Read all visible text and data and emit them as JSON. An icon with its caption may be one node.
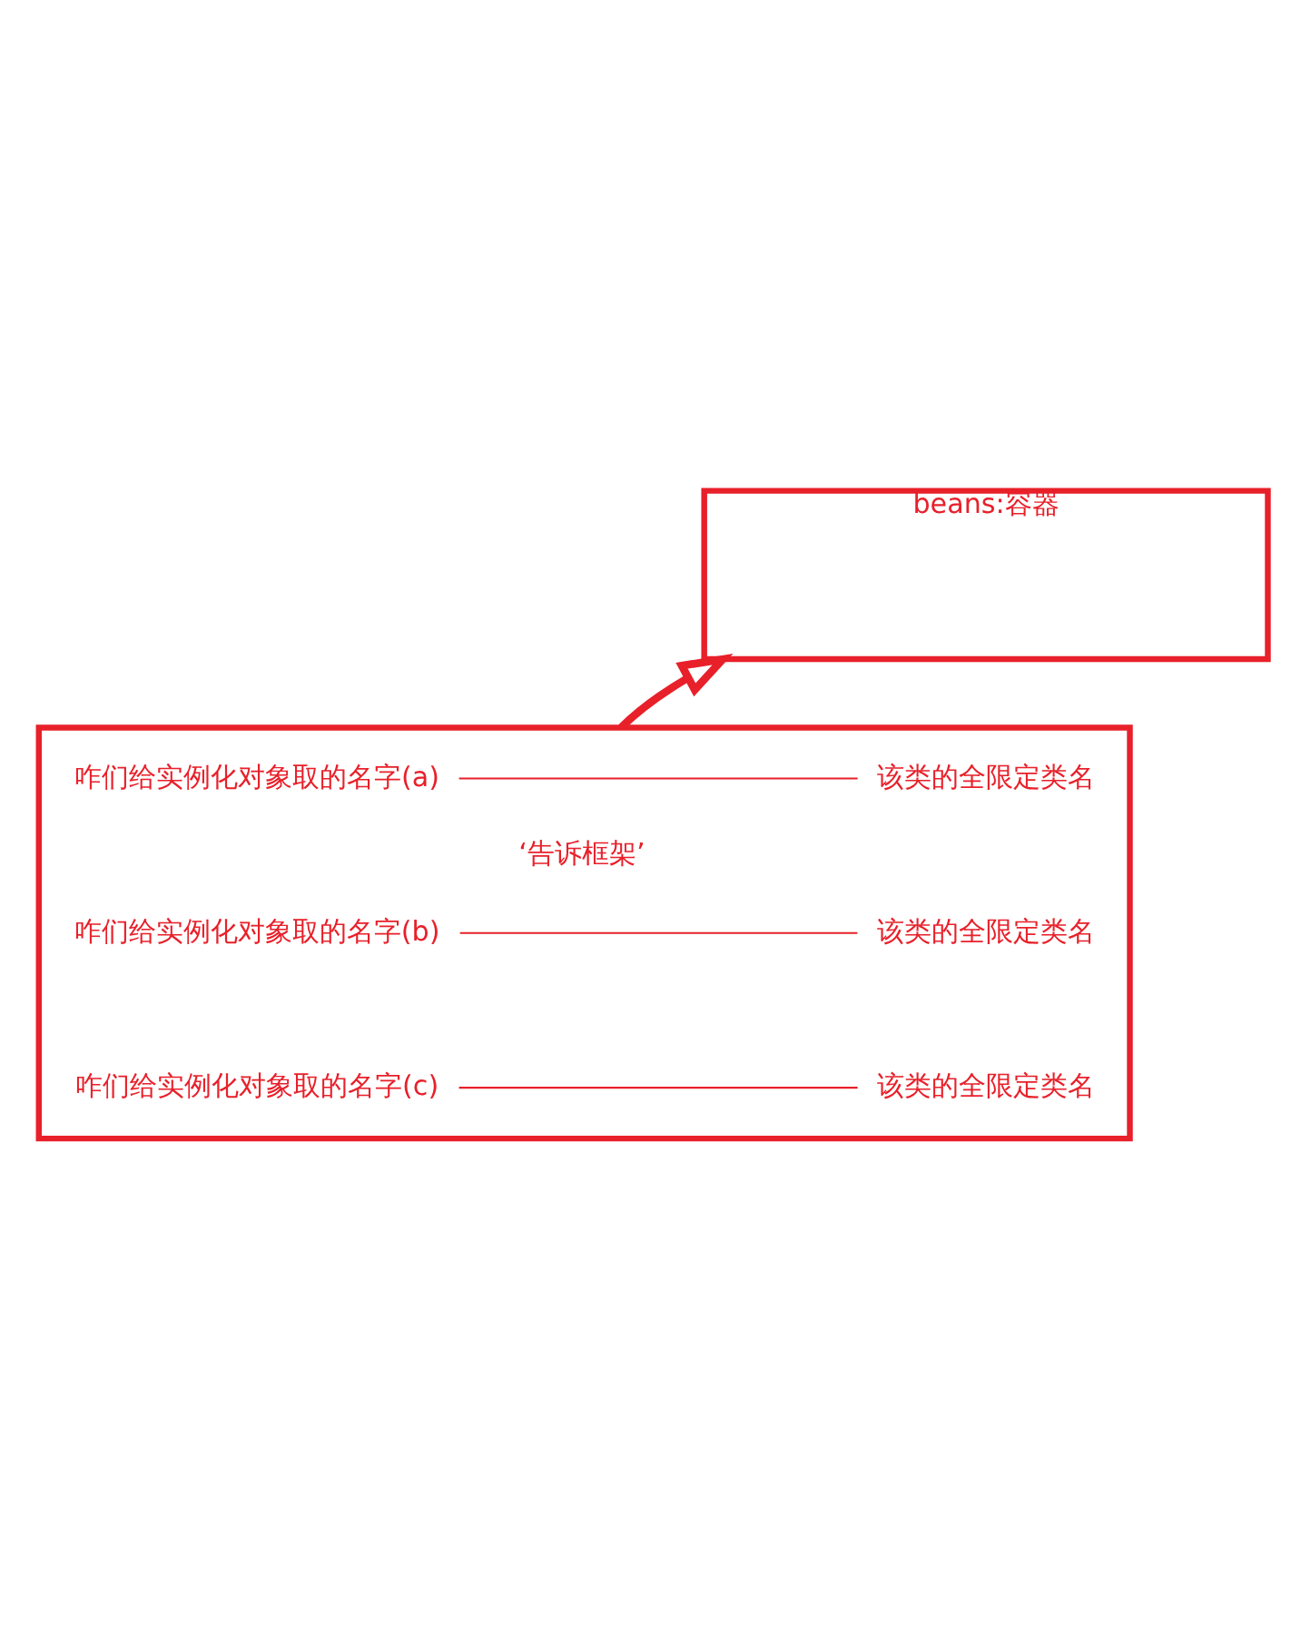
{
  "diagram": {
    "nodes": [
      {
        "text": [],
        "shape": "box"
      },
      {
        "text": [
          "咋们给实例化对象取的名字(a)"
        ],
        "in": 0
      },
      {
        "text": [
          "该类的全限定类名"
        ],
        "in": 0
      },
      {
        "text": [
          "咋们给实例化对象取的名字(b)"
        ],
        "in": 0
      },
      {
        "text": [
          "该类的全限定类名"
        ],
        "in": 0
      },
      {
        "text": [
          "咋们给实例化对象取的名字(c)"
        ],
        "in": 0
      },
      {
        "text": [
          "该类的全限定类名"
        ],
        "in": 0
      },
      {
        "text": [
          "beans:容器"
        ]
      }
    ],
    "edges": [
      {
        "from": 1,
        "to": 2,
        "arrow": "none"
      },
      {
        "from": 3,
        "to": 4,
        "arrow": "none"
      },
      {
        "from": 5,
        "to": 6,
        "arrow": "none"
      },
      {
        "from": 0,
        "to": 7,
        "arrow": "to",
        "label": "‘告诉框架’",
        "style": "thick"
      }
    ]
  }
}
